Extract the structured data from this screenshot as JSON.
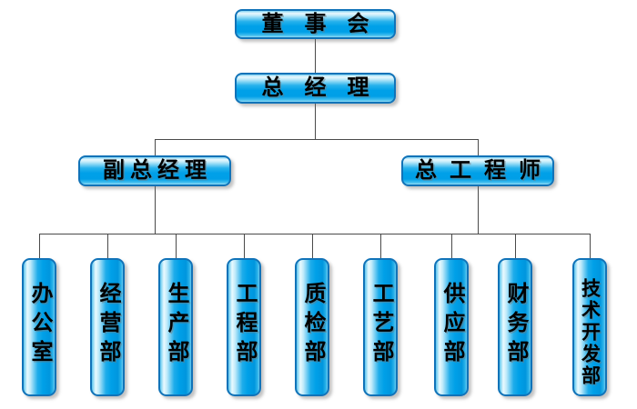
{
  "colors": {
    "background": "#ffffff",
    "box_fill": "#00a0e8",
    "box_highlight": "#d9f3fc",
    "box_border": "#1173b8",
    "connector_line": "#4a4a4a",
    "label_text": "#000000"
  },
  "nodes": {
    "board": {
      "label": "董事会"
    },
    "general_manager": {
      "label": "总经理"
    },
    "deputy_general_manager": {
      "label": "副总经理"
    },
    "chief_engineer": {
      "label": "总工程师"
    },
    "departments": [
      {
        "label": "办公室"
      },
      {
        "label": "经营部"
      },
      {
        "label": "生产部"
      },
      {
        "label": "工程部"
      },
      {
        "label": "质检部"
      },
      {
        "label": "工艺部"
      },
      {
        "label": "供应部"
      },
      {
        "label": "财务部"
      },
      {
        "label": "技术开发部"
      }
    ]
  },
  "hierarchy": {
    "board": [
      "general_manager"
    ],
    "general_manager": [
      "deputy_general_manager",
      "chief_engineer"
    ],
    "shared_subordinates_of_deputy_gm_and_chief_engineer": [
      "办公室",
      "经营部",
      "生产部",
      "工程部",
      "质检部",
      "工艺部",
      "供应部",
      "财务部",
      "技术开发部"
    ]
  }
}
